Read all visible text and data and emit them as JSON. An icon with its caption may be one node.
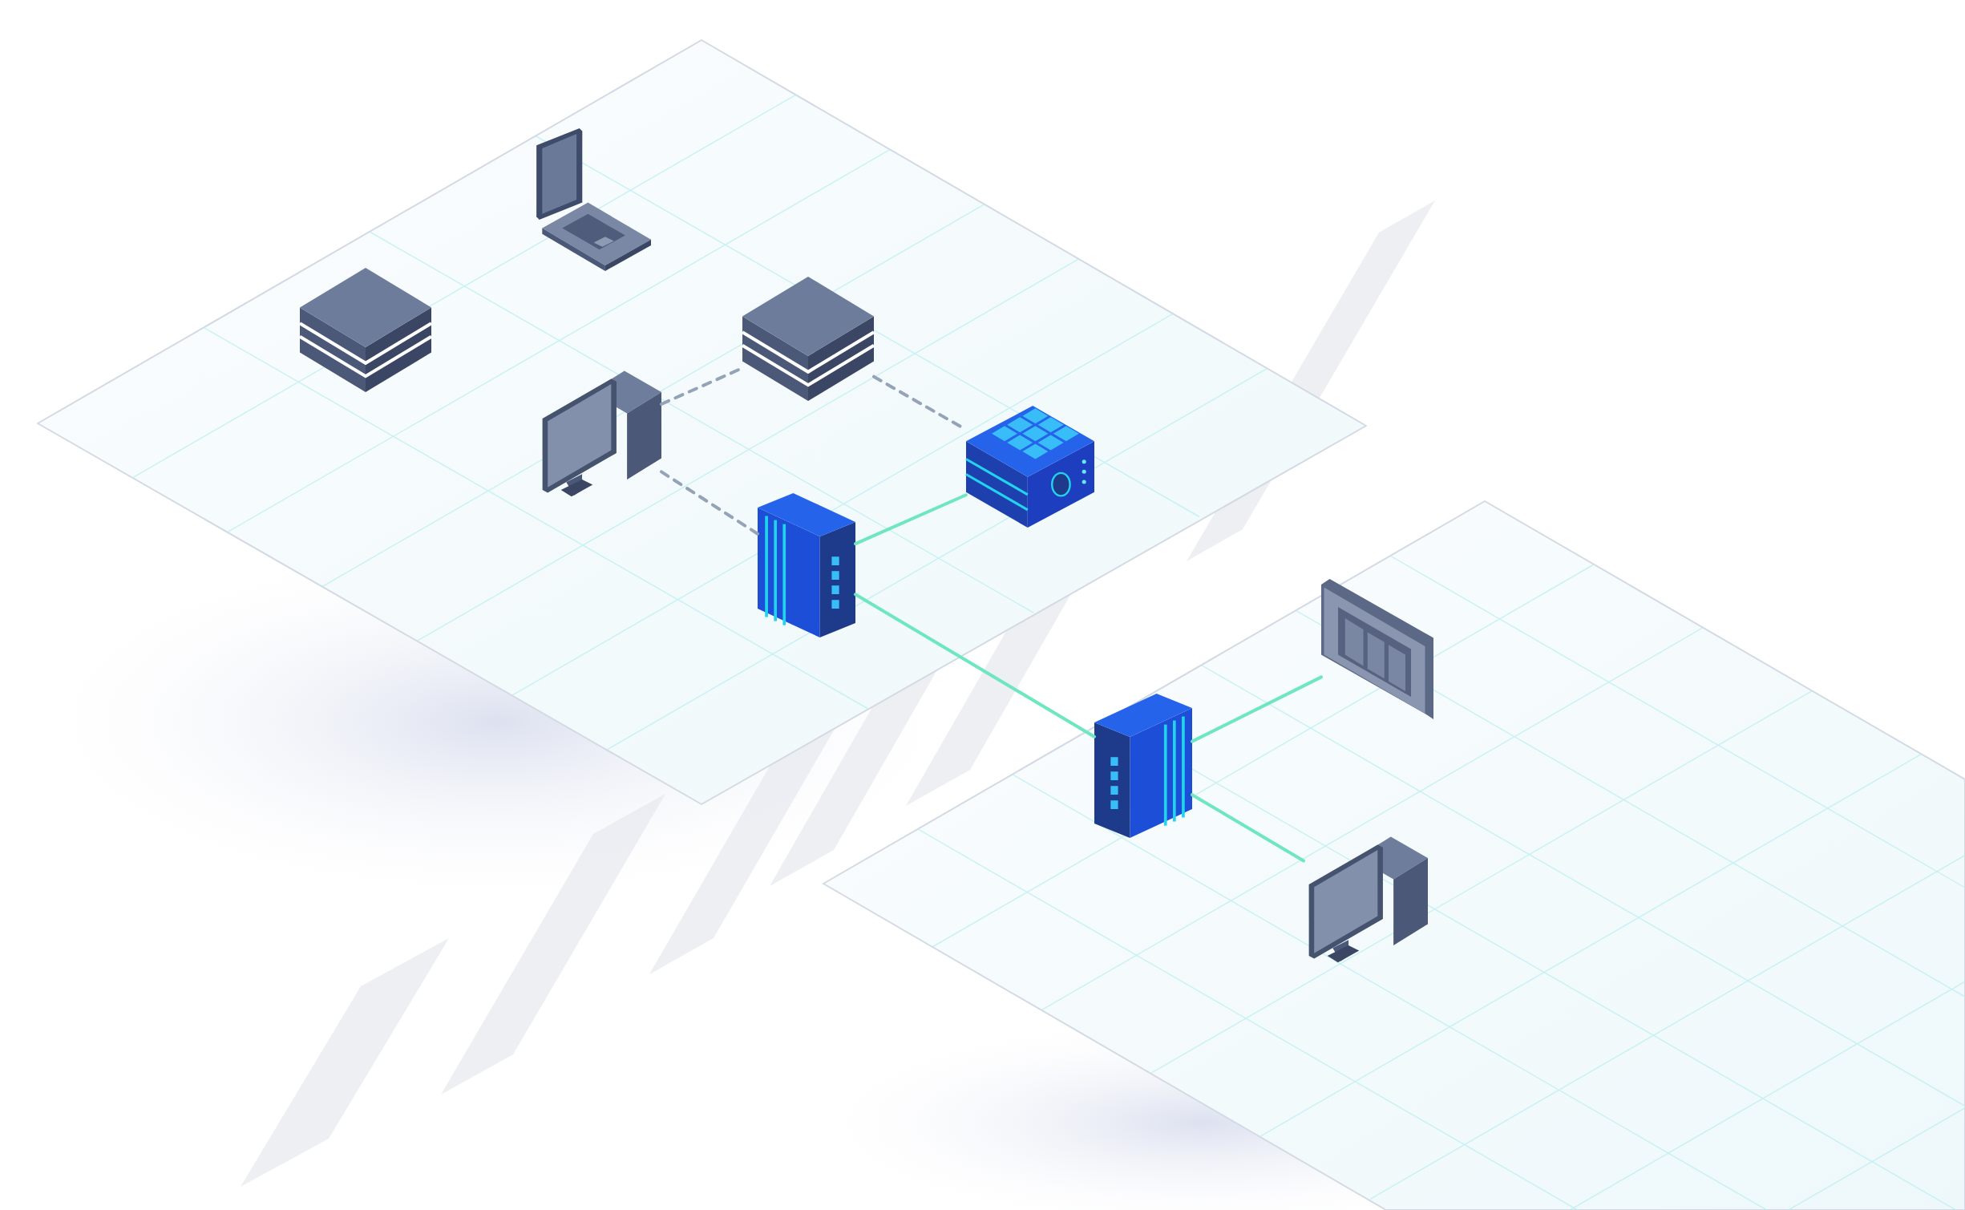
{
  "diagram": {
    "nodes": [
      {
        "text": [],
        "shape": "diamond"
      },
      {
        "text": [],
        "shape": "picture",
        "in": 0
      },
      {
        "text": [],
        "shape": "picture",
        "in": 0
      },
      {
        "text": [],
        "shape": "picture",
        "in": 0
      },
      {
        "text": [],
        "shape": "picture",
        "in": 0
      },
      {
        "text": [],
        "shape": "picture",
        "in": 0
      },
      {
        "text": [],
        "shape": "picture",
        "in": 0
      },
      {
        "text": [],
        "shape": "diamond"
      },
      {
        "text": [],
        "shape": "picture",
        "in": 7
      },
      {
        "text": [],
        "shape": "picture",
        "in": 7
      },
      {
        "text": [],
        "shape": "picture",
        "in": 7
      }
    ],
    "edges": [
      {
        "from": 4,
        "to": 3,
        "arrow": "none",
        "style": "dashed",
        "color": "#94a3b8"
      },
      {
        "from": 3,
        "to": 5,
        "arrow": "none",
        "style": "dashed",
        "color": "#94a3b8"
      },
      {
        "from": 4,
        "to": 6,
        "arrow": "none",
        "style": "dashed",
        "color": "#94a3b8"
      },
      {
        "from": 5,
        "to": 6,
        "arrow": "none"
      },
      {
        "from": 6,
        "to": 9,
        "arrow": "none"
      },
      {
        "from": 9,
        "to": 8,
        "arrow": "none"
      },
      {
        "from": 9,
        "to": 10,
        "arrow": "none"
      }
    ]
  }
}
